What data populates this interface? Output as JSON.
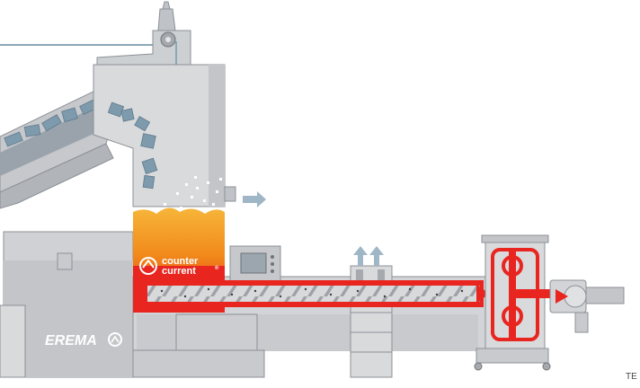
{
  "brand": {
    "name": "EREMA"
  },
  "badge": {
    "line1": "counter",
    "line2": "current",
    "mark": "®"
  },
  "edge_text": "TE",
  "colors": {
    "machine_light": "#d9dadc",
    "machine_mid": "#c3c5c8",
    "machine_dark": "#a6a9ad",
    "machine_outline": "#8c9096",
    "material_blue": "#7e9aad",
    "arrow_blue": "#9fb6c6",
    "melt_red": "#e8251f",
    "melt_orange": "#f18a1a",
    "melt_yellow": "#f7b53a"
  }
}
